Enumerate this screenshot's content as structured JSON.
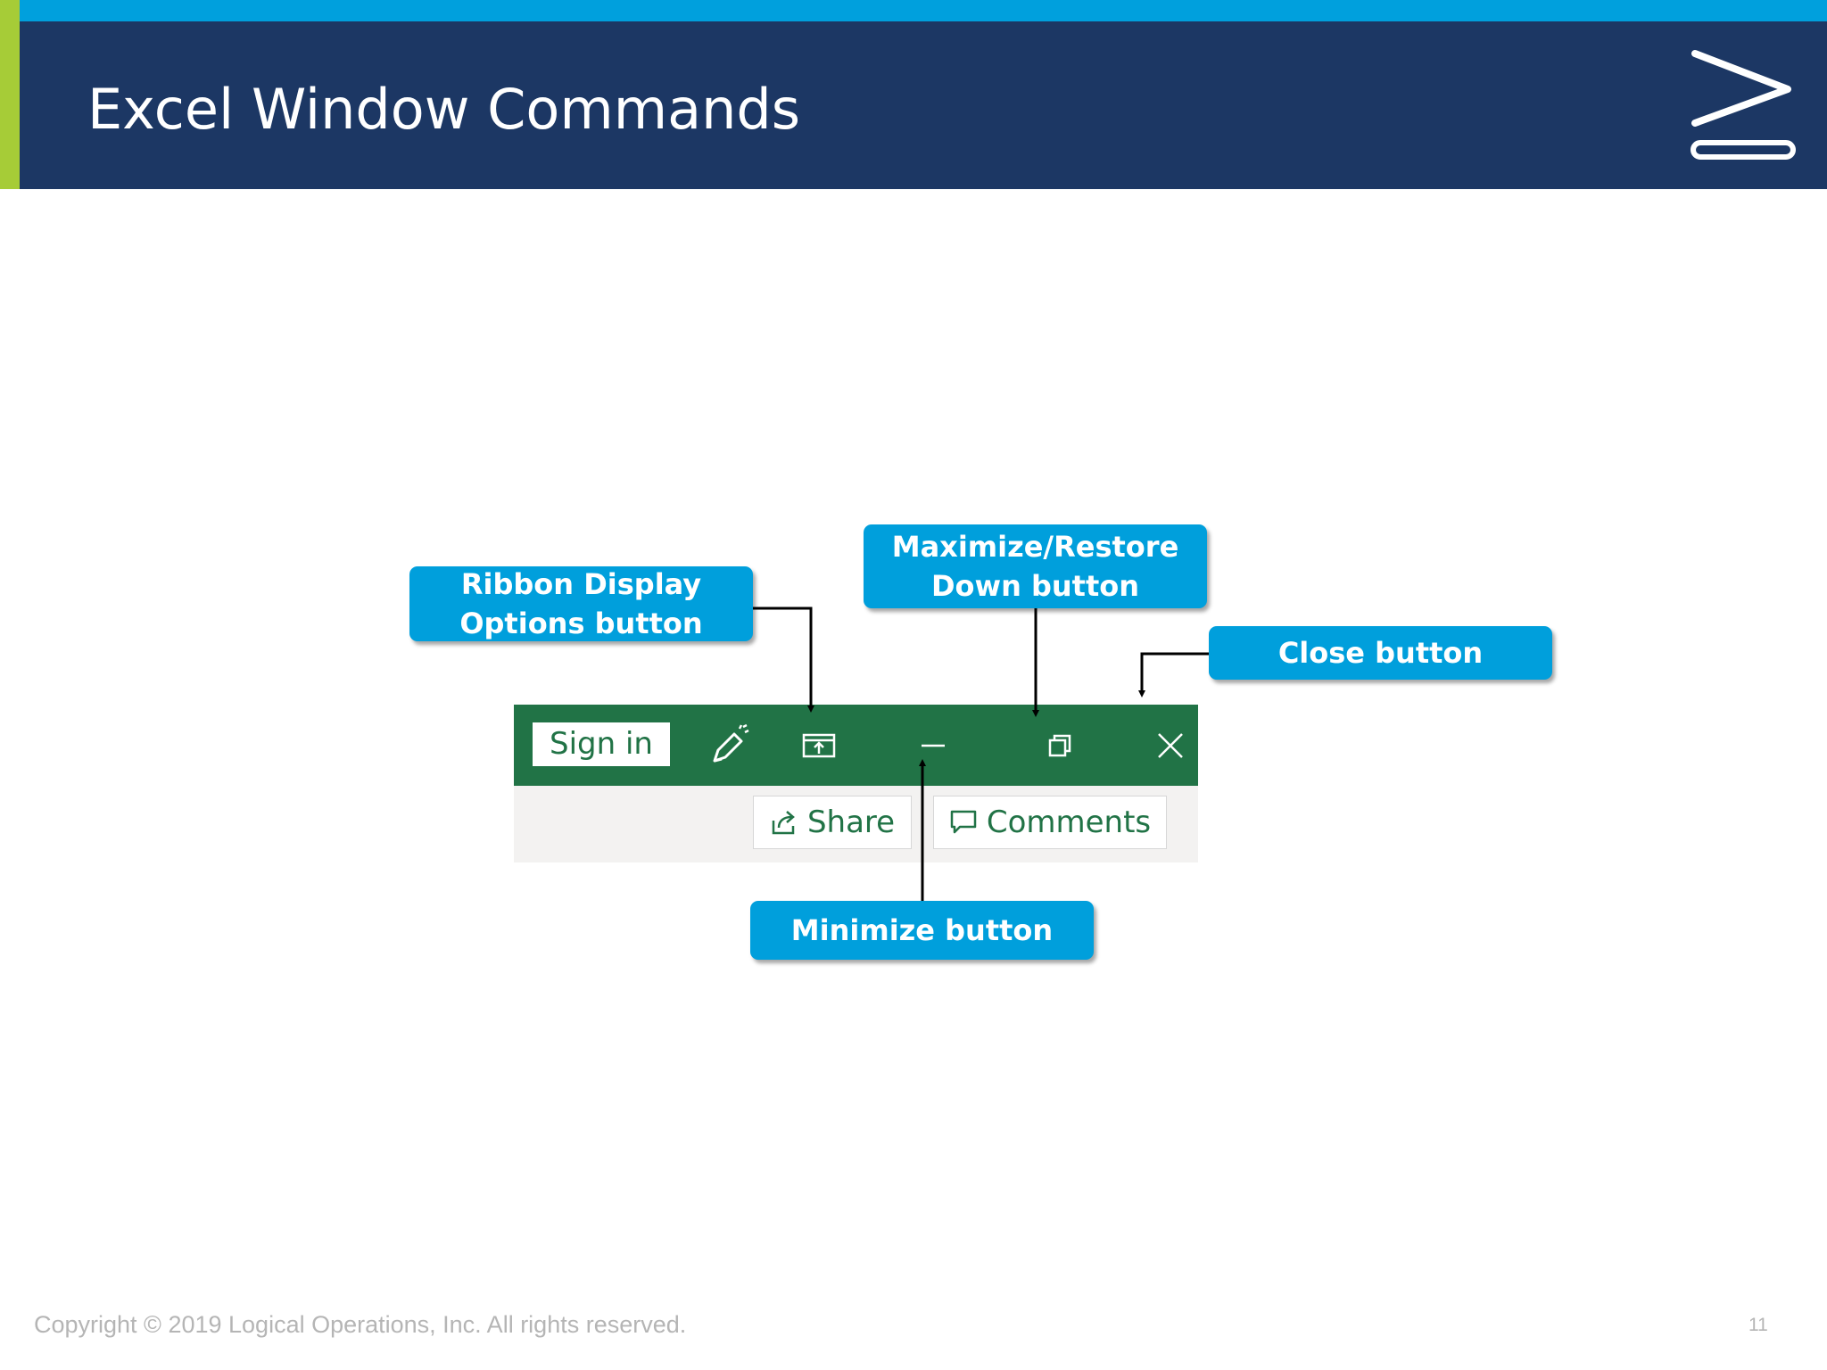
{
  "slide": {
    "title": "Excel Window Commands",
    "footer": {
      "copyright": "Copyright © 2019 Logical Operations, Inc. All rights reserved.",
      "page_number": "11"
    }
  },
  "colors": {
    "top_stripe": "#00a0dd",
    "header_band": "#1c3764",
    "accent_bar": "#a6cc37",
    "excel_green": "#217346",
    "callout_blue": "#009fdc"
  },
  "excel": {
    "titlebar": {
      "sign_in_label": "Sign in",
      "icons": [
        "pen-icon",
        "ribbon-display-options-icon",
        "minimize-icon",
        "restore-down-icon",
        "close-icon"
      ]
    },
    "ribbon_row": {
      "share_label": "Share",
      "comments_label": "Comments"
    }
  },
  "callouts": {
    "ribbon_display": {
      "line1": "Ribbon Display",
      "line2": "Options button"
    },
    "maximize_restore": {
      "line1": "Maximize/Restore",
      "line2": "Down button"
    },
    "close": {
      "label": "Close button"
    },
    "minimize": {
      "label": "Minimize button"
    }
  }
}
